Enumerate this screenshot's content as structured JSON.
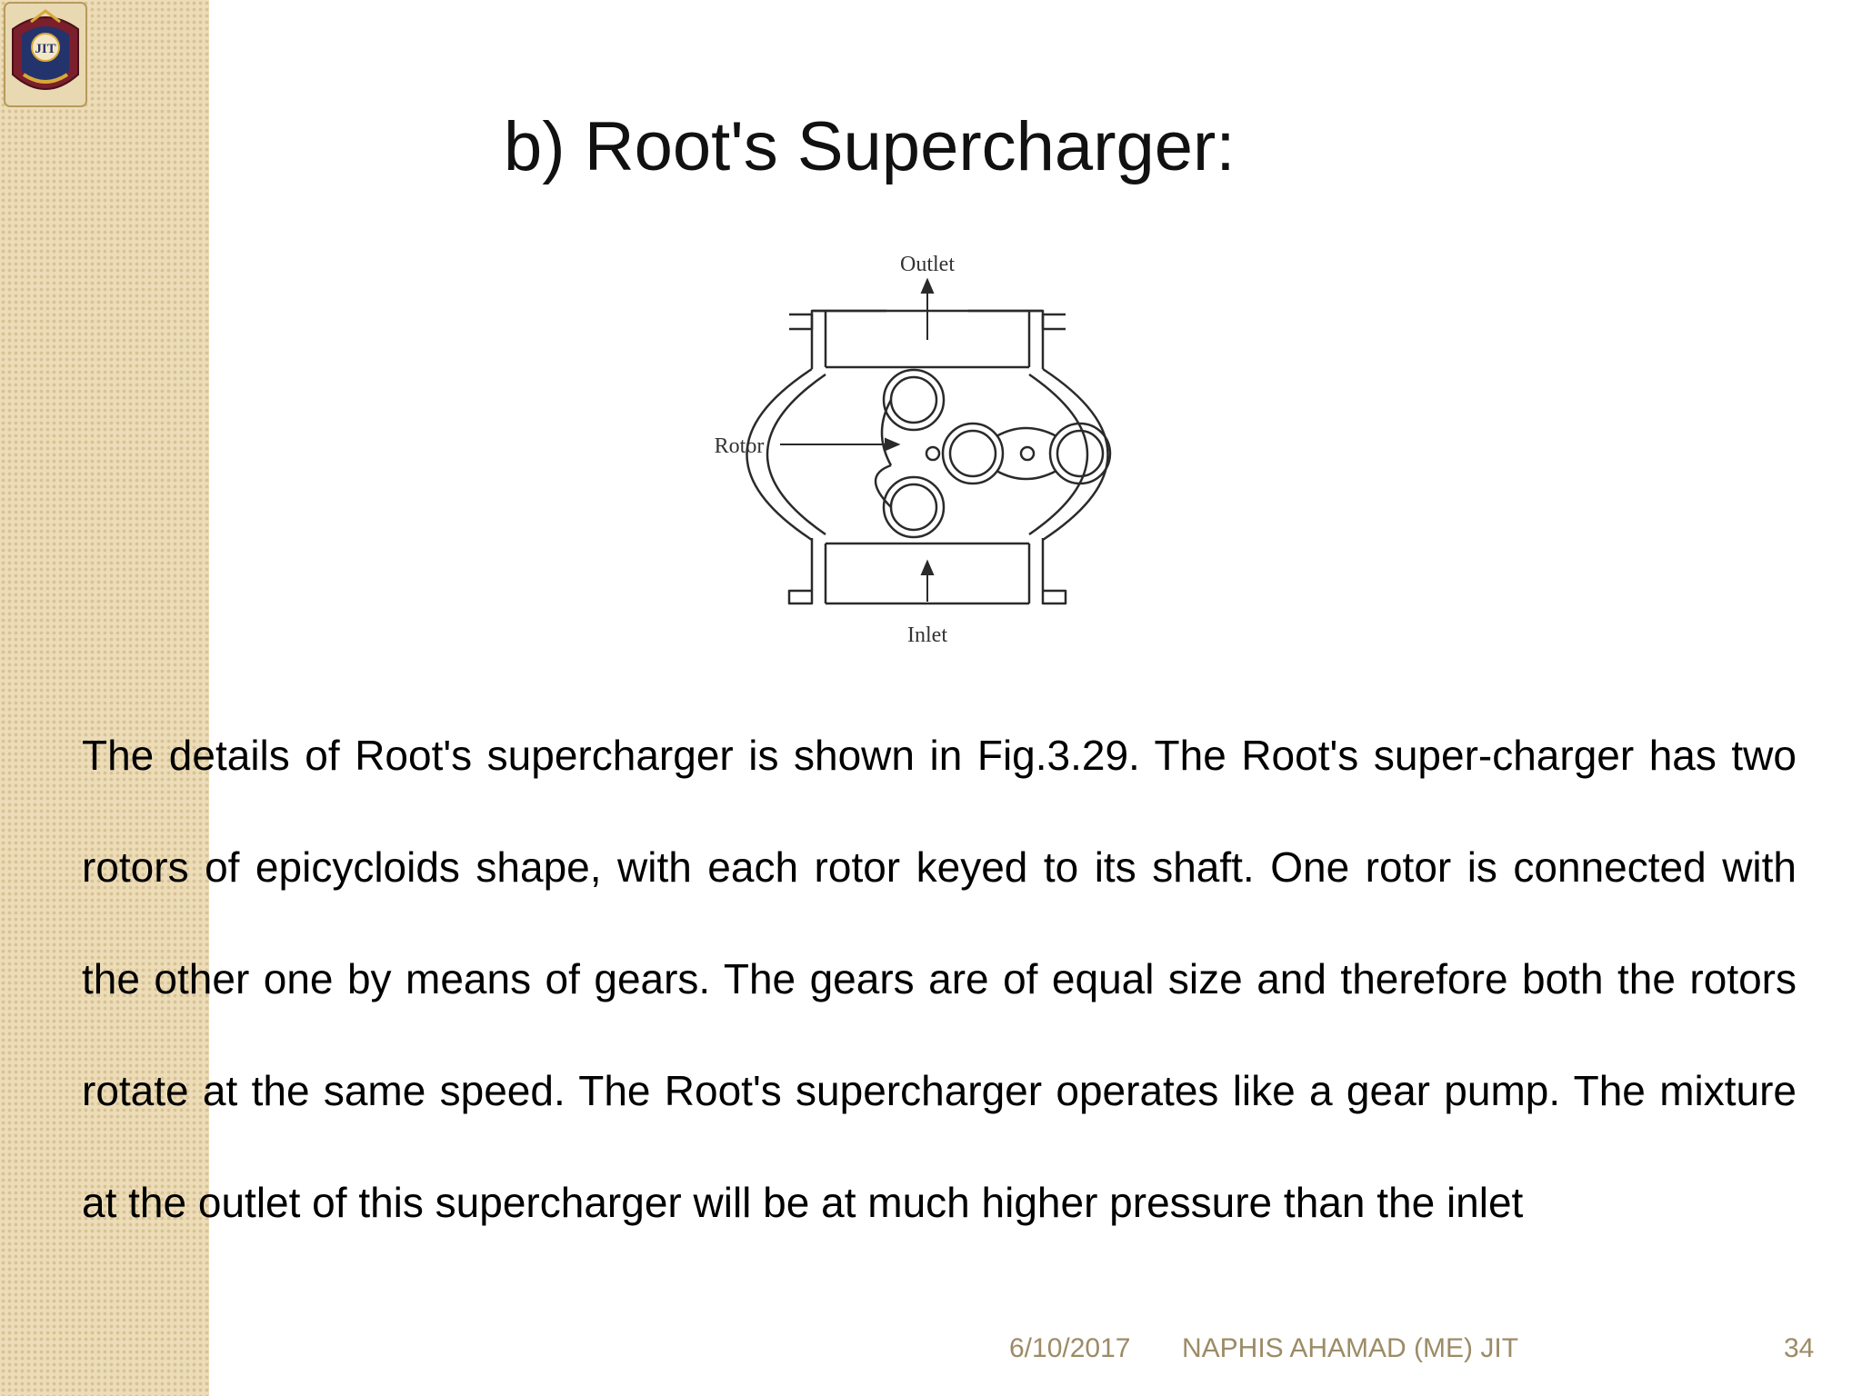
{
  "slide": {
    "title": "b) Root's Supercharger:",
    "body": "The details of Root's supercharger is shown in Fig.3.29. The Root's super-charger has two rotors of epicycloids shape, with each rotor keyed to its shaft. One rotor is connected with the other one by means of gears. The gears are of equal size and therefore both the rotors rotate at the same speed. The Root's supercharger operates like a gear pump. The mixture at the outlet of this supercharger will be at much higher pressure than the inlet"
  },
  "figure": {
    "label_outlet": "Outlet",
    "label_rotor": "Rotor",
    "label_inlet": "Inlet"
  },
  "logo": {
    "text": "JIT",
    "colors": {
      "frame": "#7a1f2b",
      "shield": "#23336b",
      "gold": "#d8a93a"
    }
  },
  "footer": {
    "date": "6/10/2017",
    "author": "NAPHIS AHAMAD (ME) JIT",
    "page": "34"
  }
}
